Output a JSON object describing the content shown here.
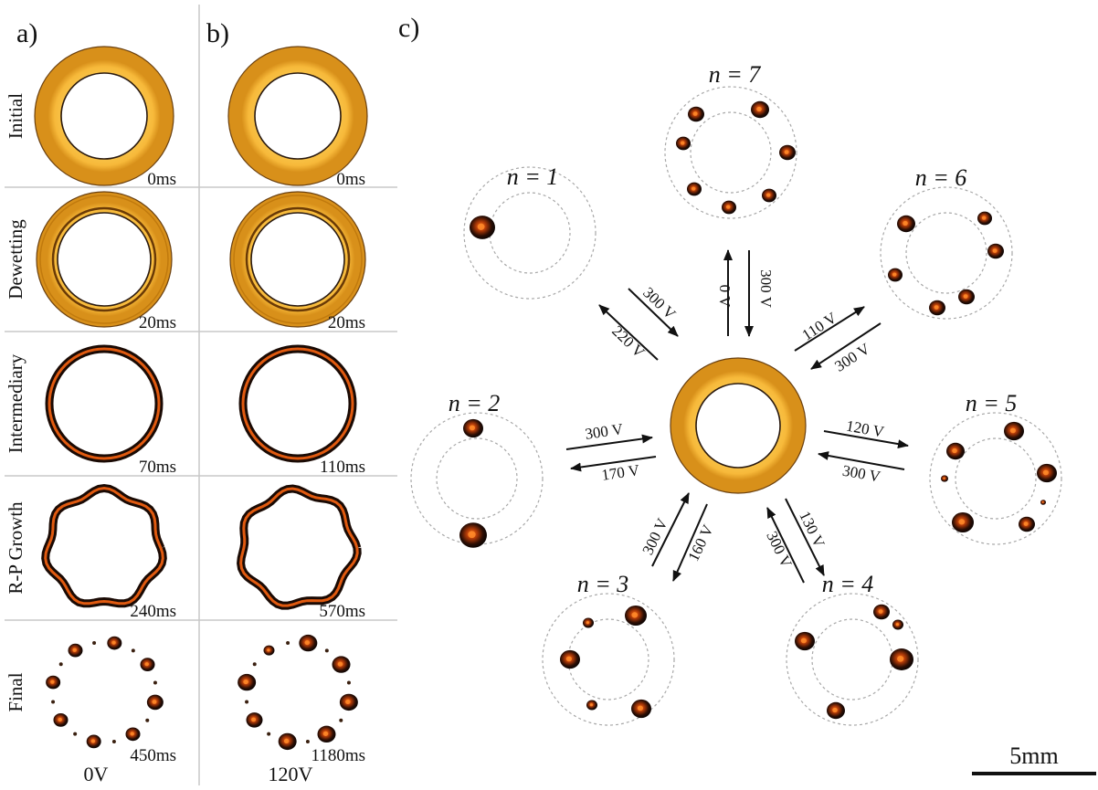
{
  "panels": {
    "a": "a)",
    "b": "b)",
    "c": "c)"
  },
  "rows": [
    {
      "label": "Initial",
      "a_time": "0ms",
      "b_time": "0ms"
    },
    {
      "label": "Dewetting",
      "a_time": "20ms",
      "b_time": "20ms"
    },
    {
      "label": "Intermediary",
      "a_time": "70ms",
      "b_time": "110ms"
    },
    {
      "label": "R-P Growth",
      "a_time": "240ms",
      "b_time": "570ms"
    },
    {
      "label": "Final",
      "a_time": "450ms",
      "b_time": "1180ms"
    }
  ],
  "voltages": {
    "a": "0V",
    "b": "120V"
  },
  "modes": [
    {
      "n": "n = 1",
      "drops": 1,
      "to": "300 V",
      "back": "220 V"
    },
    {
      "n": "n = 2",
      "drops": 2,
      "to": "300 V",
      "back": "170 V"
    },
    {
      "n": "n = 3",
      "drops": 3,
      "to": "300 V",
      "back": "160 V"
    },
    {
      "n": "n = 4",
      "drops": 4,
      "to": "300 V",
      "back": "130 V"
    },
    {
      "n": "n = 5",
      "drops": 5,
      "to": "300 V",
      "back": "120 V"
    },
    {
      "n": "n = 6",
      "drops": 6,
      "to": "300 V",
      "back": "110 V"
    },
    {
      "n": "n = 7",
      "drops": 7,
      "to": "300 V",
      "back": "0 V"
    }
  ],
  "scale_bar": "5mm",
  "colors": {
    "ring_light": "#f9c850",
    "ring_mid": "#f0a820",
    "ring_dark": "#c07010",
    "drop_core": "#e06010",
    "drop_dark": "#140805",
    "divider": "#c8c8c8",
    "guide": "#a8a8a8"
  }
}
